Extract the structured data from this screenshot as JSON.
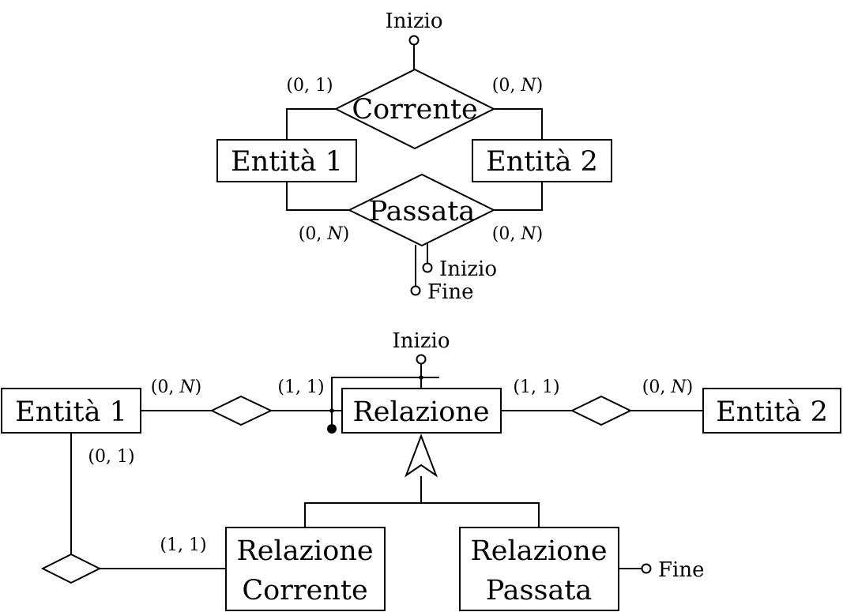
{
  "top": {
    "start_label": "Inizio",
    "relationship_current": "Corrente",
    "relationship_past": "Passata",
    "entity1": "Entità 1",
    "entity2": "Entità 2",
    "card_current_left": "(0, 1)",
    "card_current_right_prefix": "(0, ",
    "card_current_right_var": "N",
    "card_current_right_suffix": ")",
    "card_past_left_prefix": "(0, ",
    "card_past_left_var": "N",
    "card_past_left_suffix": ")",
    "card_past_right_prefix": "(0, ",
    "card_past_right_var": "N",
    "card_past_right_suffix": ")",
    "past_start_label": "Inizio",
    "past_end_label": "Fine"
  },
  "bottom": {
    "entity1": "Entità 1",
    "entity2": "Entità 2",
    "relation": "Relazione",
    "start_label": "Inizio",
    "card_e1_rel_prefix": "(0, ",
    "card_e1_rel_var": "N",
    "card_e1_rel_suffix": ")",
    "card_rel_left": "(1, 1)",
    "card_rel_right": "(1, 1)",
    "card_e2_rel_prefix": "(0, ",
    "card_e2_rel_var": "N",
    "card_e2_rel_suffix": ")",
    "card_e1_down": "(0, 1)",
    "card_current_left": "(1, 1)",
    "sub_current_line1": "Relazione",
    "sub_current_line2": "Corrente",
    "sub_past_line1": "Relazione",
    "sub_past_line2": "Passata",
    "end_label": "Fine"
  }
}
